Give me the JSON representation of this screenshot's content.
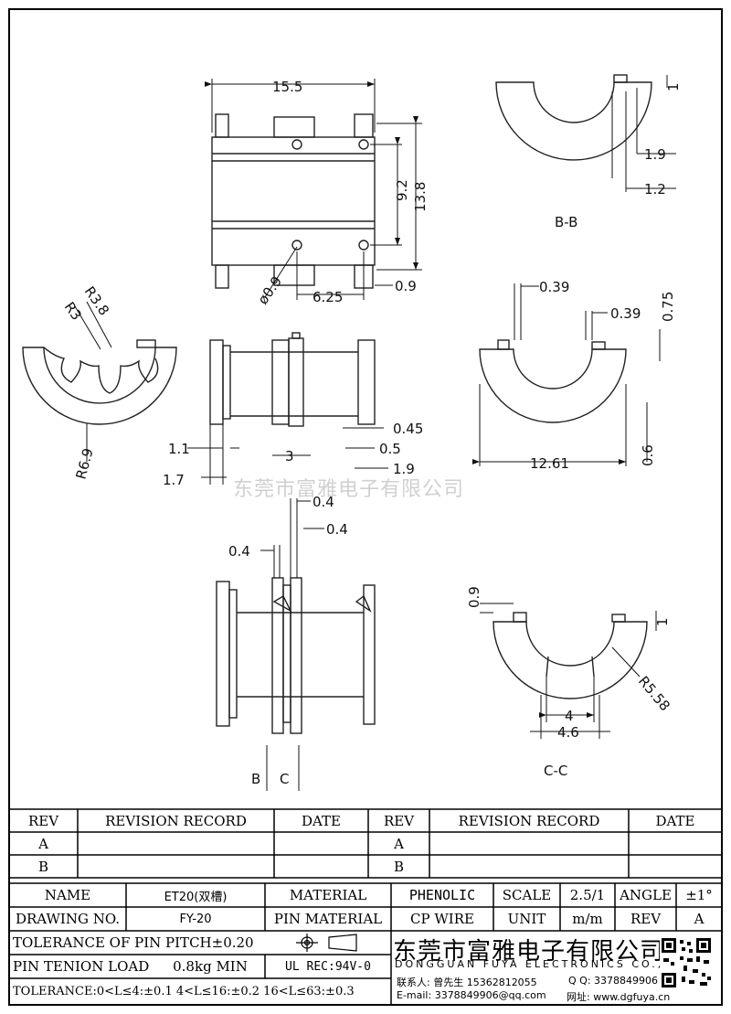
{
  "views": {
    "top": {
      "width": "15.5",
      "h_inner": "9.2",
      "h_outer": "13.8",
      "hole": "ø0.9",
      "pitch": "6.25",
      "edge": "0.9"
    },
    "bb": {
      "d1": "1",
      "d2": "1.9",
      "d3": "1.2",
      "label": "B-B"
    },
    "fan": {
      "r1": "R3",
      "r2": "R3.8",
      "r3": "R6.9"
    },
    "front": {
      "d045": "0.45",
      "d11": "1.1",
      "d3": "3",
      "d05": "0.5",
      "d17": "1.7",
      "d19": "1.9"
    },
    "right": {
      "d039a": "0.39",
      "d039b": "0.39",
      "d075": "0.75",
      "d06": "0.6",
      "w": "12.61"
    },
    "side": {
      "d04a": "0.4",
      "d04b": "0.4",
      "d04c": "0.4",
      "sec_b": "B",
      "sec_c": "C"
    },
    "cc": {
      "d09": "0.9",
      "d1": "1",
      "r": "R5.58",
      "w4": "4",
      "w46": "4.6",
      "label": "C-C"
    }
  },
  "watermark": "东莞市富雅电子有限公司",
  "revision": {
    "headers": [
      "REV",
      "REVISION RECORD",
      "DATE",
      "REV",
      "REVISION RECORD",
      "DATE"
    ],
    "rows": [
      [
        "A",
        "",
        "",
        "A",
        "",
        ""
      ],
      [
        "B",
        "",
        "",
        "B",
        "",
        ""
      ]
    ]
  },
  "titleblock": {
    "name_label": "NAME",
    "name_value": "ET20(双槽)",
    "material_label": "MATERIAL",
    "material_value": "PHENOLIC",
    "scale_label": "SCALE",
    "scale_value": "2.5/1",
    "angle_label": "ANGLE",
    "angle_value": "±1°",
    "drawing_label": "DRAWING NO.",
    "drawing_value": "FY-20",
    "pin_material_label": "PIN MATERIAL",
    "pin_material_value": "CP WIRE",
    "unit_label": "UNIT",
    "unit_value": "m/m",
    "rev_label": "REV",
    "rev_value": "A",
    "tol_pitch": "TOLERANCE OF PIN PITCH±0.20",
    "pin_load_label": "PIN TENION LOAD",
    "pin_load_value": "0.8kg MIN",
    "ul": "UL REC:94V-0",
    "tolerance": "TOLERANCE:0<L≤4:±0.1  4<L≤16:±0.2  16<L≤63:±0.3"
  },
  "company": {
    "name_cn": "东莞市富雅电子有限公司",
    "name_en": "DONGGUAN FUYA ELECTRONICS CO.,LTD",
    "contact": "联系人: 曾先生 15362812055",
    "qq": "Q Q: 3378849906",
    "email": "E-mail: 3378849906@qq.com",
    "web": "网址: www.dgfuya.cn"
  }
}
